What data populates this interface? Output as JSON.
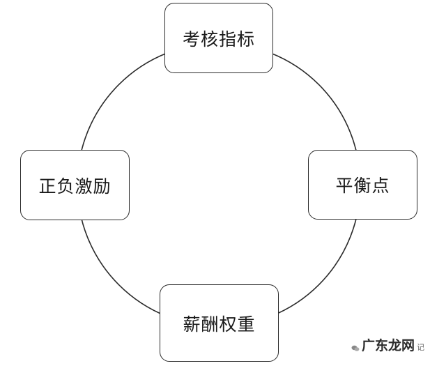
{
  "diagram": {
    "nodes": [
      {
        "id": "top",
        "label": "考核指标"
      },
      {
        "id": "left",
        "label": "正负激励"
      },
      {
        "id": "right",
        "label": "平衡点"
      },
      {
        "id": "bottom",
        "label": "薪酬权重"
      }
    ],
    "connector": "circle",
    "colors": {
      "stroke": "#2a2a2a",
      "background": "#ffffff",
      "text": "#1a1a1a"
    }
  },
  "watermark": {
    "icon": "wechat-icon",
    "text": "广东龙网",
    "tail": "记"
  }
}
